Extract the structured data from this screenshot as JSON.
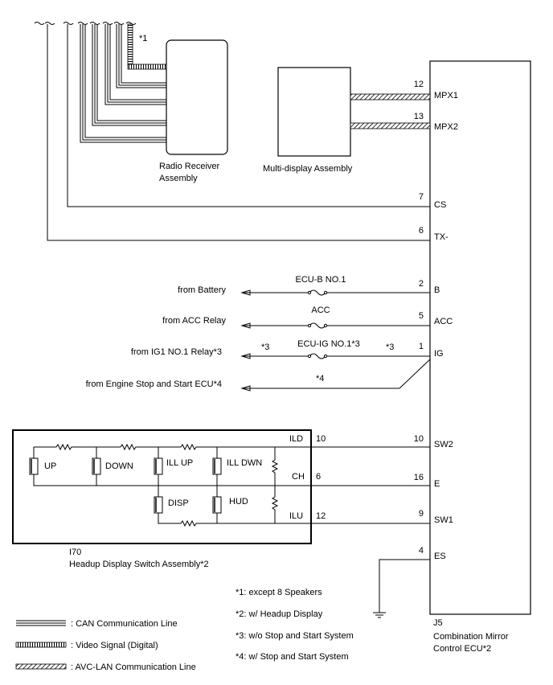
{
  "ecu": {
    "label_id": "J5",
    "label_name_1": "Combination Mirror",
    "label_name_2": "Control ECU*2",
    "pins": [
      {
        "no": "12",
        "name": "MPX1"
      },
      {
        "no": "13",
        "name": "MPX2"
      },
      {
        "no": "7",
        "name": "CS"
      },
      {
        "no": "6",
        "name": "TX-"
      },
      {
        "no": "2",
        "name": "B"
      },
      {
        "no": "5",
        "name": "ACC"
      },
      {
        "no": "1",
        "name": "IG"
      },
      {
        "no": "10",
        "name": "SW2"
      },
      {
        "no": "16",
        "name": "E"
      },
      {
        "no": "9",
        "name": "SW1"
      },
      {
        "no": "4",
        "name": "ES"
      }
    ]
  },
  "radio": {
    "label_1": "Radio Receiver",
    "label_2": "Assembly",
    "note": "*1"
  },
  "multi_display": {
    "label": "Multi-display Assembly"
  },
  "power": {
    "from_battery": "from Battery",
    "from_acc": "from ACC Relay",
    "from_ig1": "from IG1 NO.1 Relay*3",
    "from_engine": "from Engine Stop and Start ECU*4",
    "fuse_b": "ECU-B NO.1",
    "fuse_acc": "ACC",
    "fuse_ig": "ECU-IG NO.1*3",
    "mark_left": "*3",
    "mark_right": "*3",
    "mark_engine": "*4"
  },
  "switch_assy": {
    "id": "I70",
    "name": "Headup Display Switch Assembly*2",
    "pins": [
      {
        "name": "ILD",
        "no": "10"
      },
      {
        "name": "CH",
        "no": "6"
      },
      {
        "name": "ILU",
        "no": "12"
      }
    ],
    "buttons": [
      "UP",
      "DOWN",
      "ILL UP",
      "ILL DWN",
      "DISP",
      "HUD"
    ]
  },
  "notes": [
    "*1: except 8 Speakers",
    "*2: w/ Headup Display",
    "*3: w/o Stop and Start System",
    "*4: w/ Stop and Start System"
  ],
  "legend": [
    {
      "label": ": CAN Communication Line"
    },
    {
      "label": ": Video Signal (Digital)"
    },
    {
      "label": ": AVC-LAN Communication Line"
    }
  ]
}
